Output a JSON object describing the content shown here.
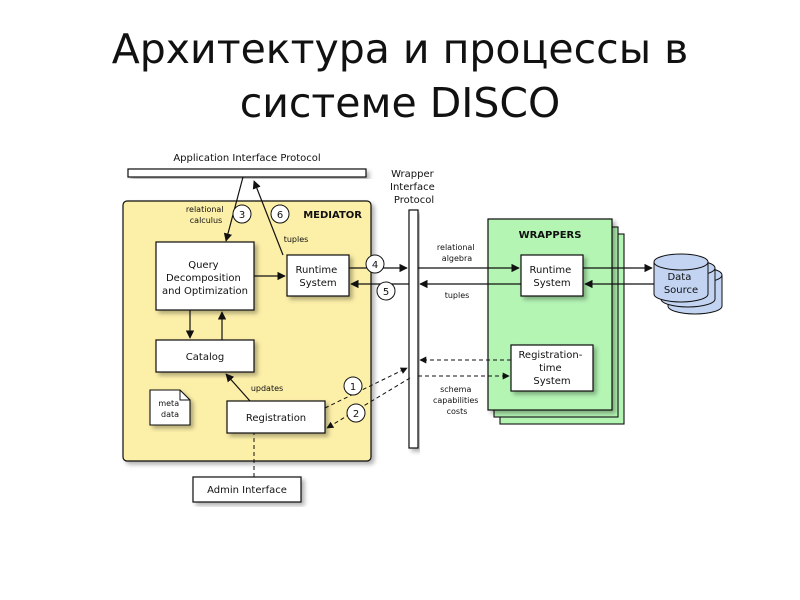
{
  "slide": {
    "title_line1": "Архитектура и процессы в",
    "title_line2": "системе DISCO"
  },
  "diagram": {
    "app_interface_protocol": "Application Interface Protocol",
    "mediator": {
      "label": "MEDIATOR",
      "query_decomposition": [
        "Query",
        "Decomposition",
        "and Optimization"
      ],
      "runtime_system": [
        "Runtime",
        "System"
      ],
      "catalog": "Catalog",
      "registration": "Registration",
      "meta_data": [
        "meta",
        "data"
      ],
      "relational_calculus": [
        "relational",
        "calculus"
      ],
      "tuples": "tuples",
      "updates": "updates"
    },
    "wrapper_interface_protocol": [
      "Wrapper",
      "Interface",
      "Protocol"
    ],
    "relational_algebra": [
      "relational",
      "algebra"
    ],
    "tuples_return": "tuples",
    "schema_info": [
      "schema",
      "capabilities",
      "costs"
    ],
    "wrappers": {
      "label": "WRAPPERS",
      "runtime_system": [
        "Runtime",
        "System"
      ],
      "registration_time_system": [
        "Registration-",
        "time",
        "System"
      ]
    },
    "data_source": [
      "Data",
      "Source"
    ],
    "admin_interface": "Admin Interface",
    "steps": [
      "1",
      "2",
      "3",
      "4",
      "5",
      "6"
    ]
  },
  "colors": {
    "mediator_fill": "#fcefa8",
    "wrappers_fill": "#b4f5b4",
    "data_source_fill": "#c2d4f2"
  }
}
